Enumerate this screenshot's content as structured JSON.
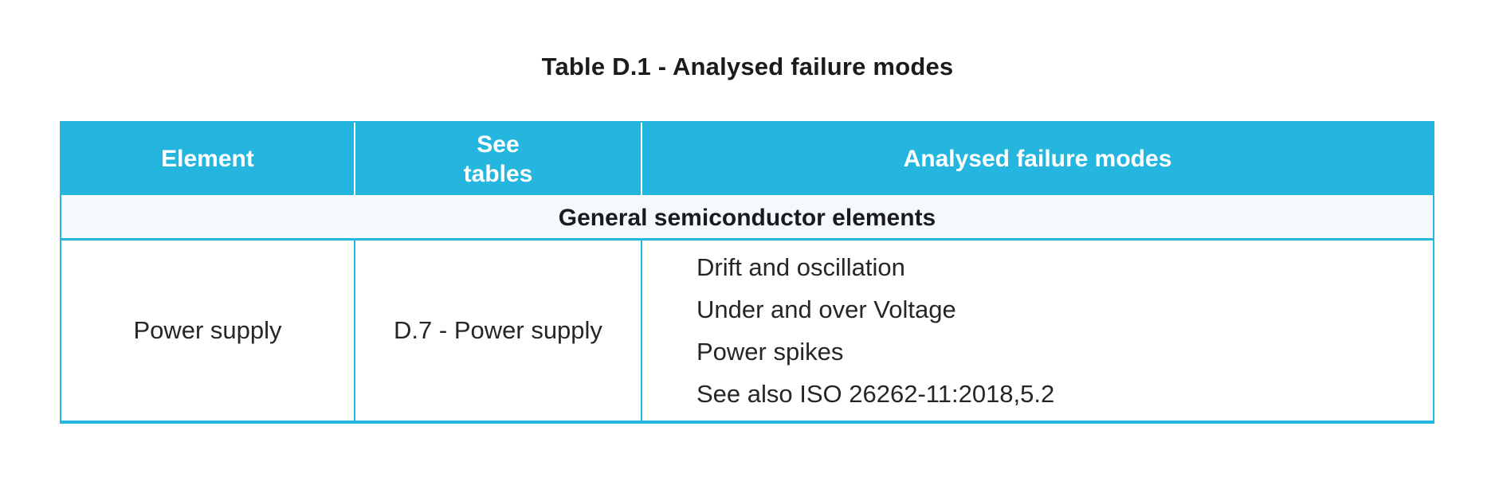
{
  "title": "Table D.1 - Analysed failure modes",
  "table": {
    "headers": {
      "element": "Element",
      "see_tables": "See\ntables",
      "failure_modes": "Analysed failure modes"
    },
    "section_header": "General semiconductor elements",
    "rows": [
      {
        "element": "Power supply",
        "see_tables": "D.7 - Power supply",
        "failure_modes": [
          "Drift and oscillation",
          "Under and over Voltage",
          "Power spikes",
          "See also ISO 26262-11:2018,5.2"
        ]
      }
    ]
  },
  "colors": {
    "header_bg": "#24B6DF",
    "header_text": "#FFFFFF",
    "section_bg": "#F4F9FD",
    "border": "#24B6DF"
  }
}
